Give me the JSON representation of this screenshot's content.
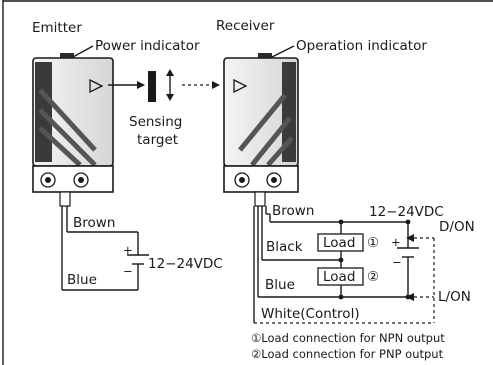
{
  "emitter": {
    "title": "Emitter",
    "indicator": "Power indicator",
    "wires": {
      "brown": "Brown",
      "blue": "Blue"
    },
    "supply": "12−24VDC",
    "plus": "+",
    "minus": "−"
  },
  "target": {
    "line1": "Sensing",
    "line2": "target"
  },
  "receiver": {
    "title": "Receiver",
    "indicator": "Operation indicator",
    "wires": {
      "brown": "Brown",
      "black": "Black",
      "blue": "Blue",
      "white": "White(Control)"
    },
    "supply": "12−24VDC",
    "plus": "+",
    "minus": "−",
    "load1": "Load",
    "load2": "Load",
    "load1_mark": "①",
    "load2_mark": "②",
    "don": "D/ON",
    "lon": "L/ON"
  },
  "notes": {
    "npn": "①Load connection for NPN output",
    "pnp": "②Load connection for PNP output"
  },
  "colors": {
    "line": "#1a1a1a",
    "body_fill": "#e9e9e9",
    "body_dark": "#3a3a3a"
  }
}
